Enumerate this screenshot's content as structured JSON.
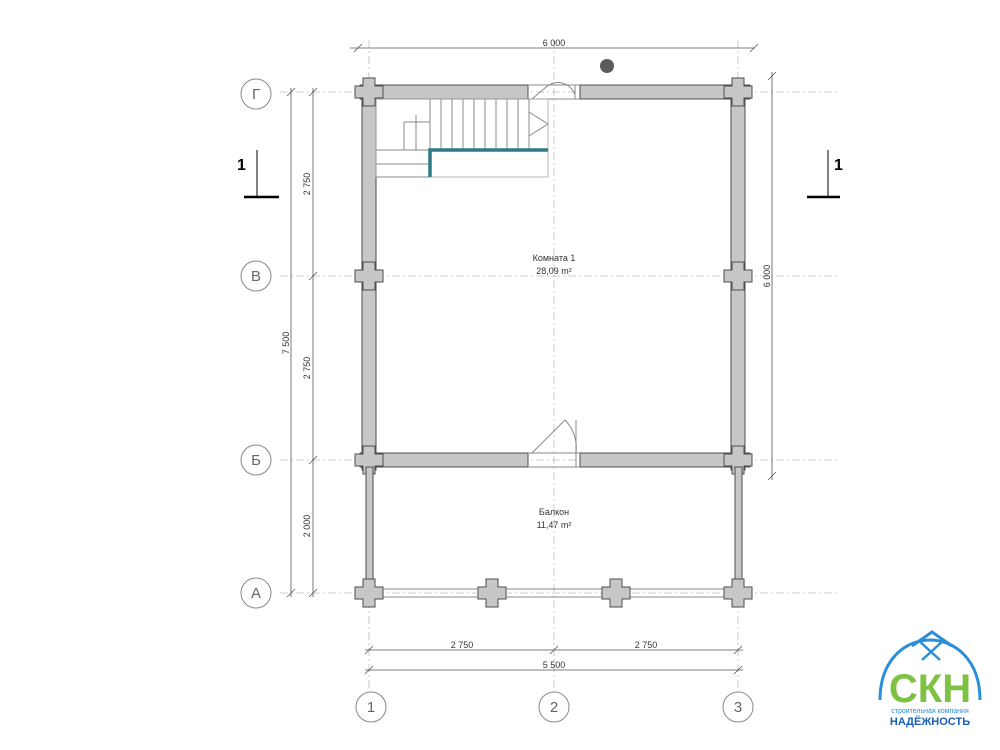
{
  "plan": {
    "dimensions": {
      "top_total": "6 000",
      "left_total": "7 500",
      "left_segment_top": "2 750",
      "left_segment_mid": "2 750",
      "left_segment_bottom": "2 000",
      "right_total": "6 000",
      "bottom_left": "2 750",
      "bottom_right": "2 750",
      "bottom_total": "5 500"
    },
    "row_axes": [
      "Г",
      "В",
      "Б",
      "А"
    ],
    "column_axes": [
      "1",
      "2",
      "3"
    ],
    "section_marks": {
      "left": "1",
      "right": "1"
    },
    "rooms": [
      {
        "name": "Комната 1",
        "area": "28,09 m²"
      },
      {
        "name": "Балкон",
        "area": "11,47 m²"
      }
    ]
  },
  "logo": {
    "abbr": "СКН",
    "tagline": "строительная компания",
    "name": "НАДЁЖНОСТЬ",
    "colors": {
      "green": "#7dc243",
      "blue": "#1a5fb4"
    }
  }
}
